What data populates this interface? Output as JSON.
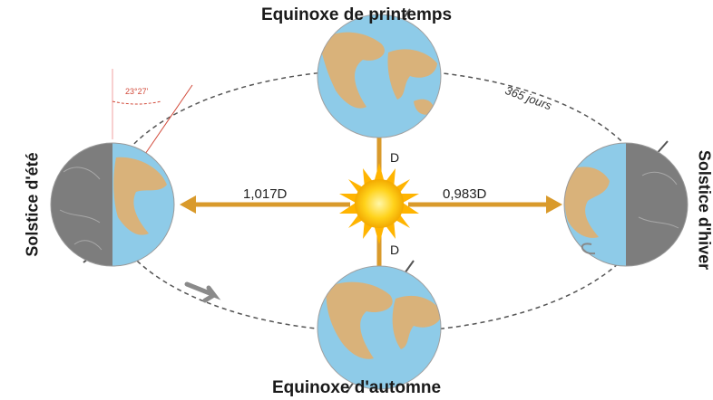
{
  "labels": {
    "top": "Equinoxe de printemps",
    "bottom": "Equinoxe d'automne",
    "left": "Solstice d'été",
    "right": "Solstice d'hiver",
    "dist_left": "1,017D",
    "dist_right": "0,983D",
    "d_up": "D",
    "d_down": "D",
    "orbit_period": "365 jours",
    "tilt": "23°27'"
  },
  "colors": {
    "ocean": "#8ecbe8",
    "land": "#d9b27a",
    "night": "#7d7d7d",
    "arrow": "#d99a2b",
    "sun": "#ffd21a",
    "orbit": "#555555"
  }
}
